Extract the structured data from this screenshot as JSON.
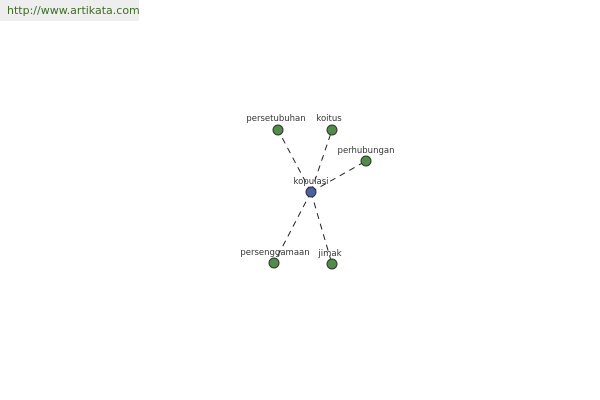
{
  "source": {
    "url_text": "http://www.artikata.com"
  },
  "colors": {
    "url_text": "#3d6f1f",
    "url_bar_bg": "#eeeeee",
    "center_node": "#4a5fa8",
    "leaf_node": "#4e8f45",
    "node_stroke": "#333333",
    "edge": "#222222",
    "label": "#333333"
  },
  "graph": {
    "center": {
      "id": "kopulasi",
      "label": "kopulasi"
    },
    "nodes": [
      {
        "id": "persetubuhan",
        "label": "persetubuhan"
      },
      {
        "id": "koitus",
        "label": "koitus"
      },
      {
        "id": "perhubungan",
        "label": "perhubungan"
      },
      {
        "id": "persenggamaan",
        "label": "persenggamaan"
      },
      {
        "id": "jimak",
        "label": "jimak"
      }
    ],
    "edges": [
      {
        "from": "kopulasi",
        "to": "persetubuhan"
      },
      {
        "from": "kopulasi",
        "to": "koitus"
      },
      {
        "from": "kopulasi",
        "to": "perhubungan"
      },
      {
        "from": "kopulasi",
        "to": "persenggamaan"
      },
      {
        "from": "kopulasi",
        "to": "jimak"
      }
    ]
  }
}
